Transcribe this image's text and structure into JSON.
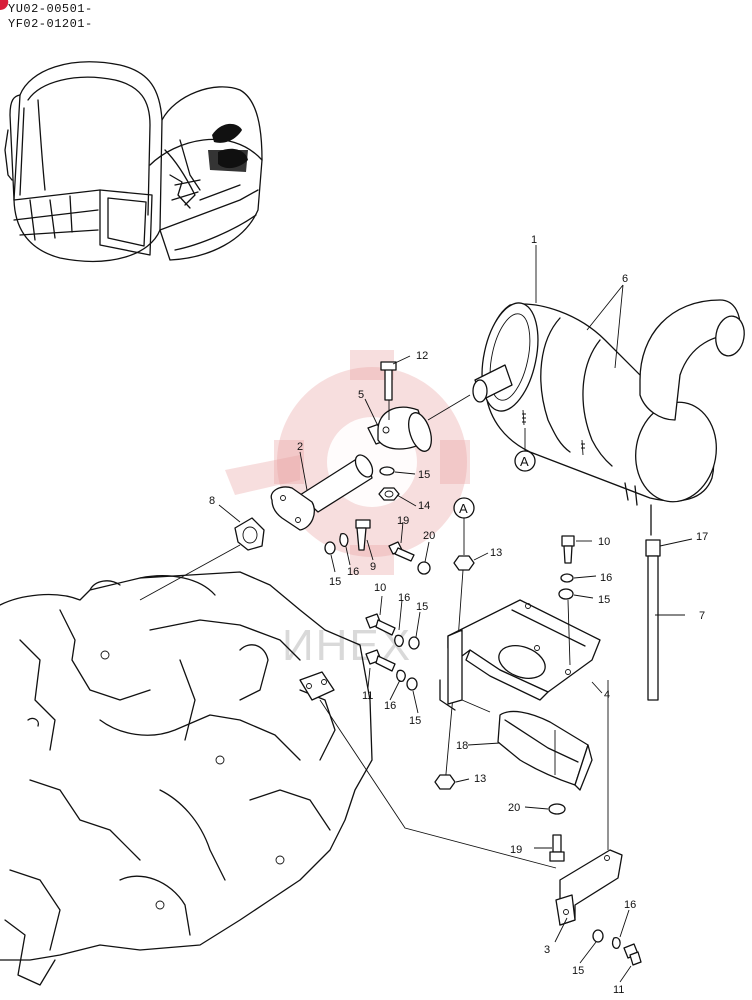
{
  "serials": [
    "YU02-00501-",
    "YF02-01201-"
  ],
  "watermark_text": "ИНЕХ",
  "callout_letter": "A",
  "labels": [
    {
      "id": "l1",
      "text": "1"
    },
    {
      "id": "l2",
      "text": "2"
    },
    {
      "id": "l3",
      "text": "3"
    },
    {
      "id": "l4",
      "text": "4"
    },
    {
      "id": "l5",
      "text": "5"
    },
    {
      "id": "l6",
      "text": "6"
    },
    {
      "id": "l7",
      "text": "7"
    },
    {
      "id": "l8",
      "text": "8"
    },
    {
      "id": "l9",
      "text": "9"
    },
    {
      "id": "l10a",
      "text": "10"
    },
    {
      "id": "l10b",
      "text": "10"
    },
    {
      "id": "l11a",
      "text": "11"
    },
    {
      "id": "l11b",
      "text": "11"
    },
    {
      "id": "l12",
      "text": "12"
    },
    {
      "id": "l13a",
      "text": "13"
    },
    {
      "id": "l13b",
      "text": "13"
    },
    {
      "id": "l14",
      "text": "14"
    },
    {
      "id": "l15a",
      "text": "15"
    },
    {
      "id": "l15b",
      "text": "15"
    },
    {
      "id": "l15c",
      "text": "15"
    },
    {
      "id": "l15d",
      "text": "15"
    },
    {
      "id": "l15e",
      "text": "15"
    },
    {
      "id": "l15f",
      "text": "15"
    },
    {
      "id": "l16a",
      "text": "16"
    },
    {
      "id": "l16b",
      "text": "16"
    },
    {
      "id": "l16c",
      "text": "16"
    },
    {
      "id": "l16d",
      "text": "16"
    },
    {
      "id": "l16e",
      "text": "16"
    },
    {
      "id": "l17",
      "text": "17"
    },
    {
      "id": "l18",
      "text": "18"
    },
    {
      "id": "l19a",
      "text": "19"
    },
    {
      "id": "l19b",
      "text": "19"
    },
    {
      "id": "l20a",
      "text": "20"
    },
    {
      "id": "l20b",
      "text": "20"
    }
  ]
}
